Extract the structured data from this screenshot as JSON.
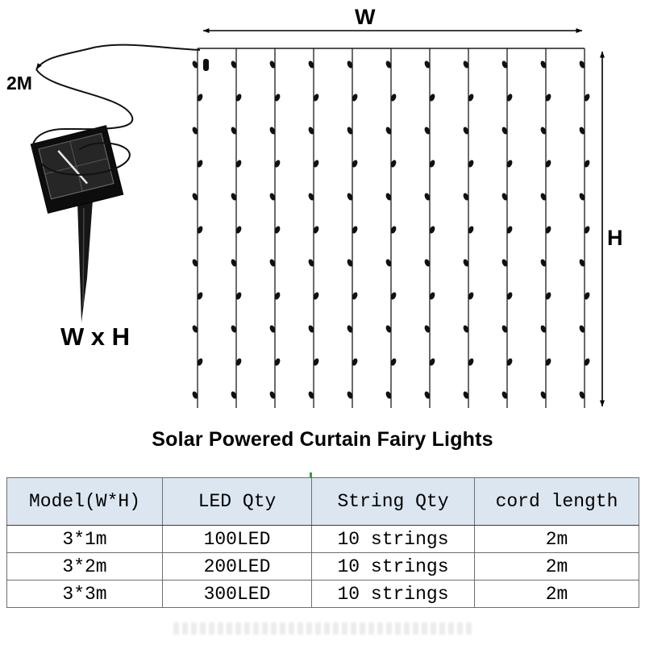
{
  "diagram": {
    "width_label": "W",
    "height_label": "H",
    "cord_length_label": "2M",
    "size_label": "W x H"
  },
  "title": "Solar Powered Curtain Fairy Lights",
  "table": {
    "headers": [
      "Model(W*H)",
      "LED Qty",
      "String Qty",
      "cord length"
    ],
    "rows": [
      [
        "3*1m",
        "100LED",
        "10 strings",
        "2m"
      ],
      [
        "3*2m",
        "200LED",
        "10 strings",
        "2m"
      ],
      [
        "3*3m",
        "300LED",
        "10 strings",
        "2m"
      ]
    ]
  }
}
